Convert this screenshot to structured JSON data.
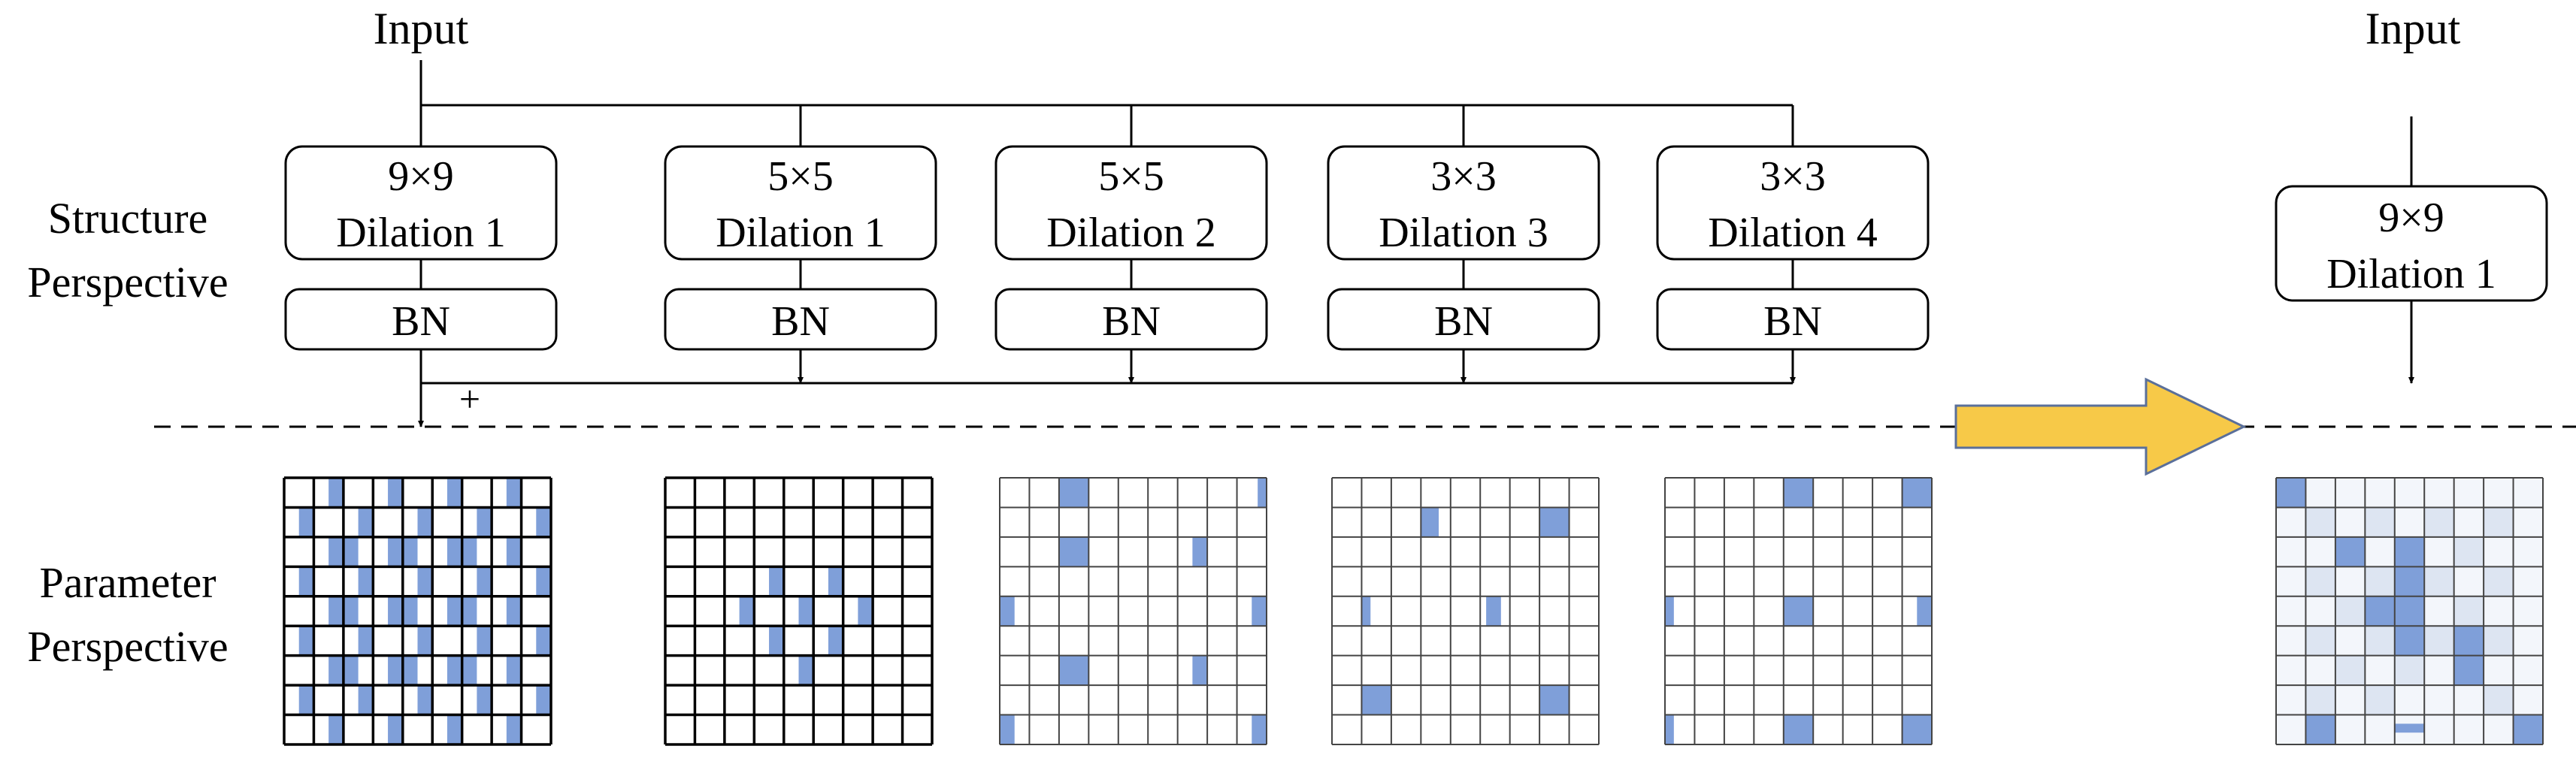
{
  "labels": {
    "input_left": "Input",
    "input_right": "Input",
    "structure_line1": "Structure",
    "structure_line2": "Perspective",
    "parameter_line1": "Parameter",
    "parameter_line2": "Perspective",
    "plus": "+"
  },
  "branches": [
    {
      "kernel": "9×9",
      "dilation": "Dilation 1",
      "bn": "BN"
    },
    {
      "kernel": "5×5",
      "dilation": "Dilation 1",
      "bn": "BN"
    },
    {
      "kernel": "5×5",
      "dilation": "Dilation 2",
      "bn": "BN"
    },
    {
      "kernel": "3×3",
      "dilation": "Dilation 3",
      "bn": "BN"
    },
    {
      "kernel": "3×3",
      "dilation": "Dilation 4",
      "bn": "BN"
    }
  ],
  "merged": {
    "kernel": "9×9",
    "dilation": "Dilation 1"
  },
  "colors": {
    "cell_fill": "#7f9fd9",
    "cell_light": "#dde5f2",
    "arrow_fill": "#f7c948",
    "arrow_stroke": "#5a6f9a"
  }
}
